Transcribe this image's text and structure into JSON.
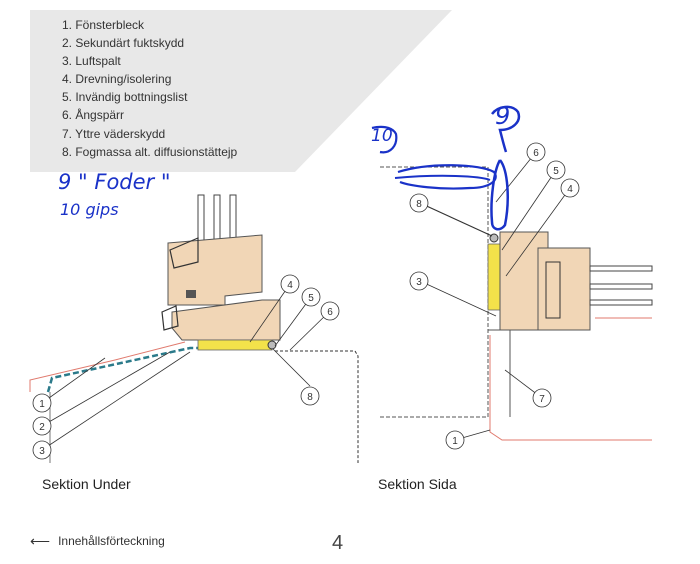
{
  "legend": {
    "items": [
      "1. Fönsterbleck",
      "2. Sekundärt fuktskydd",
      "3. Luftspalt",
      "4. Drevning/isolering",
      "5. Invändig bottningslist",
      "6. Ångspärr",
      "7. Yttre väderskydd",
      "8. Fogmassa alt. diffusionstättejp"
    ]
  },
  "handwriting": {
    "line1": "9 \" Foder \"",
    "line2": "10 gips",
    "big9": "9",
    "big10": "10"
  },
  "section_under": {
    "caption": "Sektion Under",
    "callouts": [
      "1",
      "2",
      "3",
      "4",
      "5",
      "6",
      "8"
    ]
  },
  "section_side": {
    "caption": "Sektion Sida",
    "callouts": [
      "1",
      "3",
      "4",
      "5",
      "6",
      "7",
      "8"
    ]
  },
  "footer": {
    "back_arrow": "⟵",
    "back_label": "Innehållsförteckning",
    "page_number": "4"
  },
  "colors": {
    "wood": "#f1d6b6",
    "insulation": "#f3e24a",
    "handwriting": "#1a32c8",
    "flashing": "#e07a6e",
    "legend_panel": "#e8e8e8"
  }
}
